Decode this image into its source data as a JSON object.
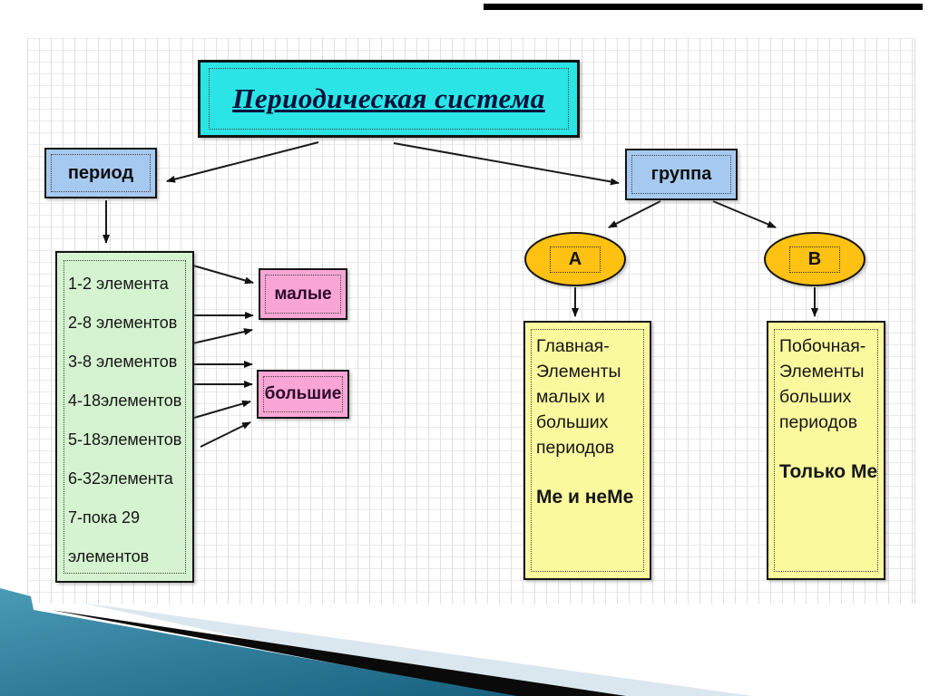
{
  "slide": {
    "title": "Периодическая система"
  },
  "nodes": {
    "period": {
      "label": "период"
    },
    "group": {
      "label": "группа"
    },
    "period_list": {
      "lines": [
        "1-2 элемента",
        "2-8 элементов",
        "3-8 элементов",
        "4-18элементов",
        "5-18элементов",
        "6-32элемента",
        "7-пока 29",
        "элементов"
      ]
    },
    "small": {
      "label": "малые"
    },
    "large": {
      "label": "большие"
    },
    "group_a": {
      "label": "А"
    },
    "group_b": {
      "label": "В"
    },
    "main_subgroup": {
      "lines": [
        "Главная-",
        "Элементы",
        "малых и",
        "больших",
        "периодов"
      ],
      "emphasis": "Ме и неМе"
    },
    "side_subgroup": {
      "lines": [
        "Побочная-",
        "Элементы",
        "больших",
        "периодов"
      ],
      "emphasis": "Только Ме"
    }
  },
  "colors": {
    "cyan": "#2be4e6",
    "blue": "#a6c9f0",
    "green": "#d5f3d0",
    "pink": "#f9a6d6",
    "gold": "#ffc112",
    "yellow": "#fbf99e",
    "teal_dark": "#16607e",
    "teal_light": "#4a9ab6",
    "deco_light": "#dbe7ee",
    "arrow": "#1a1a1a"
  }
}
